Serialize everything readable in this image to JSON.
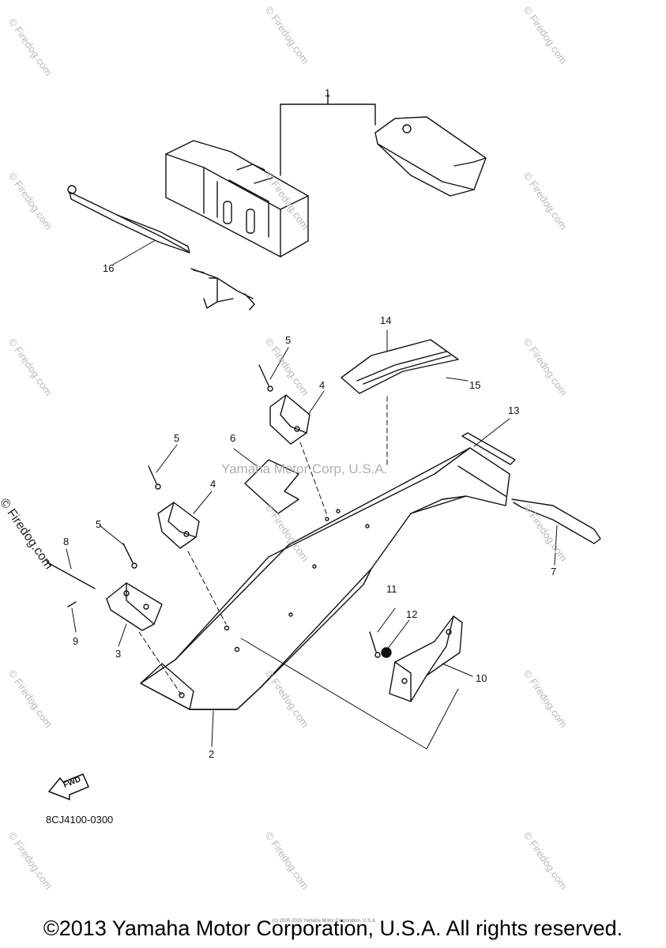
{
  "watermark": {
    "text": "© Firedog.com",
    "center_text": "Yamaha Motor Corp, U.S.A."
  },
  "part_code": "8CJ4100-0300",
  "fwd_label": "FWD",
  "credit_small": "(c) 2005-2015 Yamaha Motor Corporation, U.S.A.",
  "footer": "©2013 Yamaha Motor Corporation, U.S.A. All rights reserved.",
  "callouts": [
    "1",
    "2",
    "3",
    "4",
    "4",
    "5",
    "5",
    "5",
    "6",
    "7",
    "8",
    "9",
    "10",
    "11",
    "12",
    "13",
    "14",
    "15",
    "16"
  ],
  "colors": {
    "line": "#111111",
    "watermark": "#b9b9b9"
  }
}
